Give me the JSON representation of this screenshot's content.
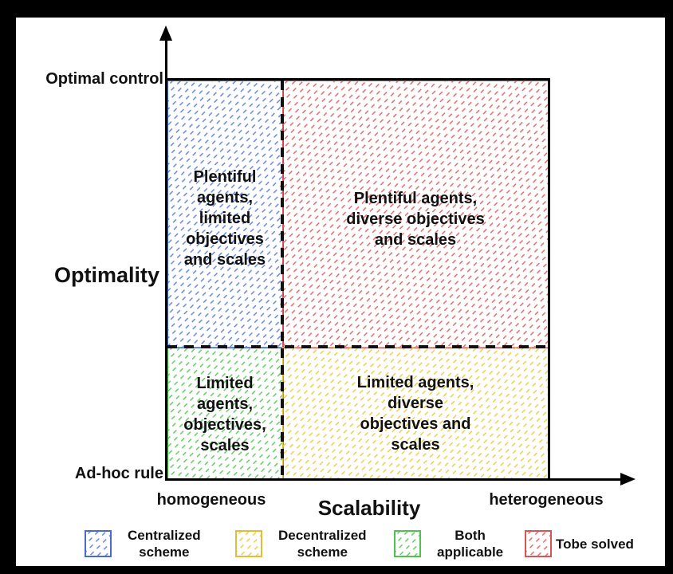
{
  "y_axis": {
    "title": "Optimality",
    "top_tick": "Optimal control",
    "bottom_tick": "Ad-hoc rule"
  },
  "x_axis": {
    "title": "Scalability",
    "left_tick": "homogeneous",
    "right_tick": "heterogeneous"
  },
  "quadrants": {
    "top_left": {
      "label": "Plentiful\nagents,\nlimited\nobjectives\nand scales",
      "scheme": "blue"
    },
    "top_right": {
      "label": "Plentiful agents,\ndiverse objectives\nand scales",
      "scheme": "red"
    },
    "bottom_left": {
      "label": "Limited\nagents,\nobjectives,\nscales",
      "scheme": "green"
    },
    "bottom_right": {
      "label": "Limited agents,\ndiverse\nobjectives and\nscales",
      "scheme": "yellow"
    }
  },
  "legend": {
    "centralized": {
      "label": "Centralized\nscheme",
      "scheme": "blue"
    },
    "decentralized": {
      "label": "Decentralized\nscheme",
      "scheme": "yellow"
    },
    "both": {
      "label": "Both\napplicable",
      "scheme": "green"
    },
    "tobe": {
      "label": "Tobe solved",
      "scheme": "red"
    }
  },
  "colors": {
    "blue": {
      "hatch": "#5b7fe0",
      "border": "#4a6ad0"
    },
    "red": {
      "hatch": "#e06060",
      "border": "#d65555"
    },
    "green": {
      "hatch": "#55c955",
      "border": "#4fc24f"
    },
    "yellow": {
      "hatch": "#eec93e",
      "border": "#e2bd35"
    },
    "axis": "#000000",
    "text": "#111111"
  }
}
